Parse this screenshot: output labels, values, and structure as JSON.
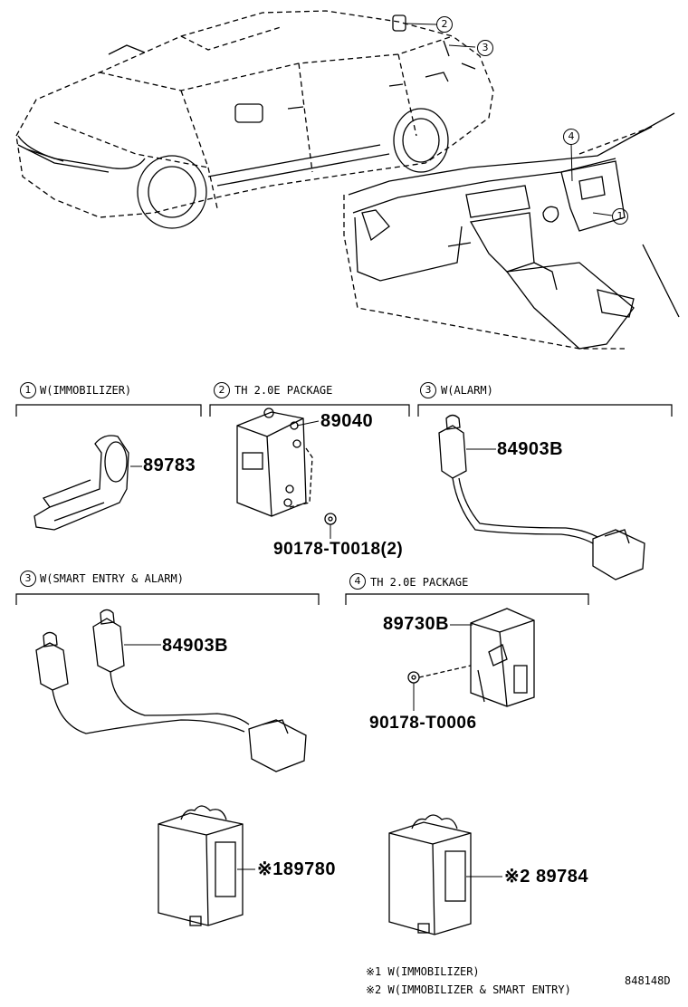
{
  "callouts": {
    "c1": "1",
    "c2": "2",
    "c3": "3",
    "c4": "4"
  },
  "sections": [
    {
      "num": "1",
      "caption": "W(IMMOBILIZER)"
    },
    {
      "num": "2",
      "caption": "TH 2.0E PACKAGE"
    },
    {
      "num": "3",
      "caption": "W(ALARM)"
    },
    {
      "num": "3",
      "caption": "W(SMART ENTRY & ALARM)"
    },
    {
      "num": "4",
      "caption": "TH 2.0E PACKAGE"
    }
  ],
  "parts": {
    "p89783": "89783",
    "p89040": "89040",
    "p90178_t0018": "90178-T0018(2)",
    "p84903b_a": "84903B",
    "p84903b_b": "84903B",
    "p89730b": "89730B",
    "p90178_t0006": "90178-T0006",
    "p89780": "※189780",
    "p89784": "※2 89784"
  },
  "footnotes": [
    "※1 W(IMMOBILIZER)",
    "※2 W(IMMOBILIZER & SMART ENTRY)"
  ],
  "diagram_code": "848148D"
}
